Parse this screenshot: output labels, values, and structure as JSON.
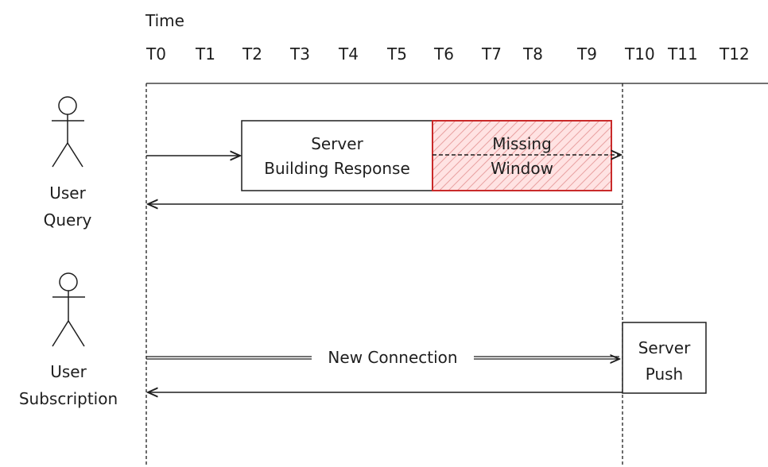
{
  "time": {
    "title": "Time",
    "ticks": [
      "T0",
      "T1",
      "T2",
      "T3",
      "T4",
      "T5",
      "T6",
      "T7",
      "T8",
      "T9",
      "T10",
      "T11",
      "T12"
    ]
  },
  "actors": {
    "query": {
      "line1": "User",
      "line2": "Query"
    },
    "subscription": {
      "line1": "User",
      "line2": "Subscription"
    }
  },
  "boxes": {
    "building": {
      "line1": "Server",
      "line2": "Building Response"
    },
    "missing": {
      "line1": "Missing",
      "line2": "Window",
      "color": "#c92a2a",
      "fill": "#ffc9c9"
    },
    "push": {
      "line1": "Server",
      "line2": "Push"
    }
  },
  "connection": {
    "label": "New Connection"
  }
}
